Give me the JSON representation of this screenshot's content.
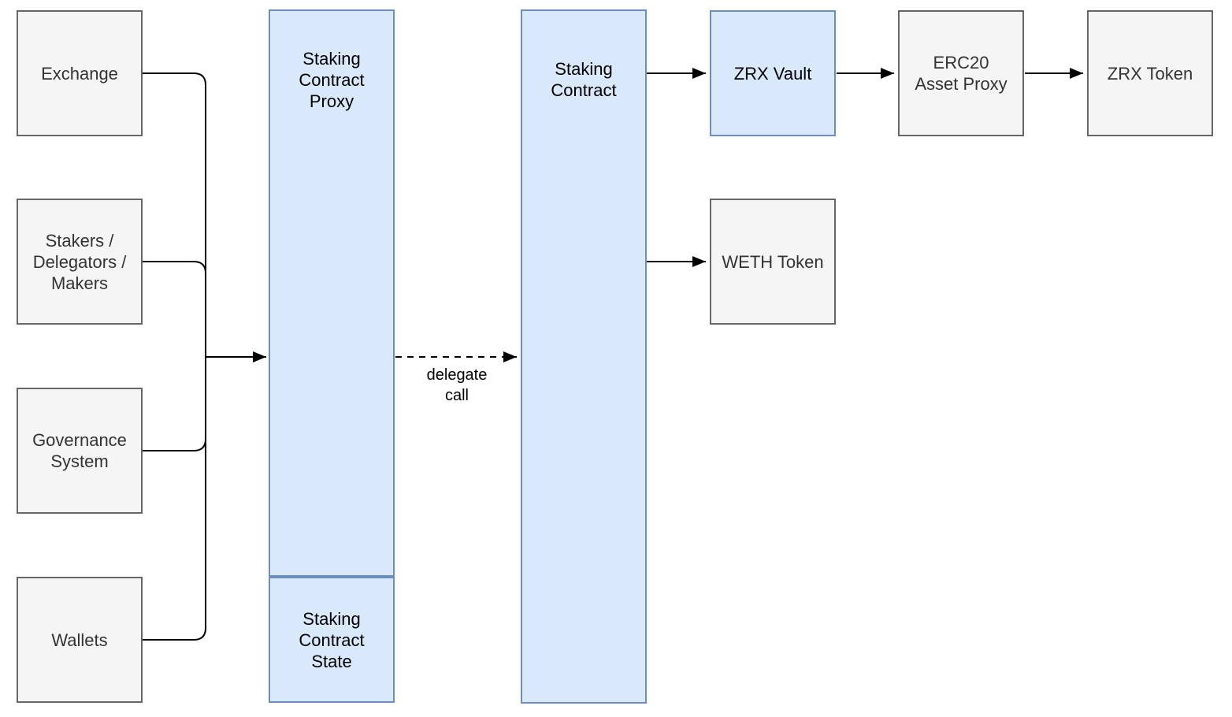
{
  "nodes": {
    "exchange": {
      "label": "Exchange"
    },
    "stakers": {
      "label": "Stakers /\nDelegators /\nMakers"
    },
    "governance": {
      "label": "Governance\nSystem"
    },
    "wallets": {
      "label": "Wallets"
    },
    "staking_contract_proxy": {
      "label": "Staking\nContract\nProxy"
    },
    "staking_contract_state": {
      "label": "Staking\nContract\nState"
    },
    "staking_contract": {
      "label": "Staking\nContract"
    },
    "zrx_vault": {
      "label": "ZRX Vault"
    },
    "weth_token": {
      "label": "WETH Token"
    },
    "erc20_asset_proxy": {
      "label": "ERC20\nAsset Proxy"
    },
    "zrx_token": {
      "label": "ZRX Token"
    }
  },
  "edges": {
    "delegate_call_label": "delegate\ncall"
  },
  "colors": {
    "blue_fill": "#dae8fc",
    "blue_stroke": "#6c8ebf",
    "gray_fill": "#f5f5f5",
    "gray_stroke": "#666666",
    "connector": "#000000",
    "background": "#ffffff"
  }
}
